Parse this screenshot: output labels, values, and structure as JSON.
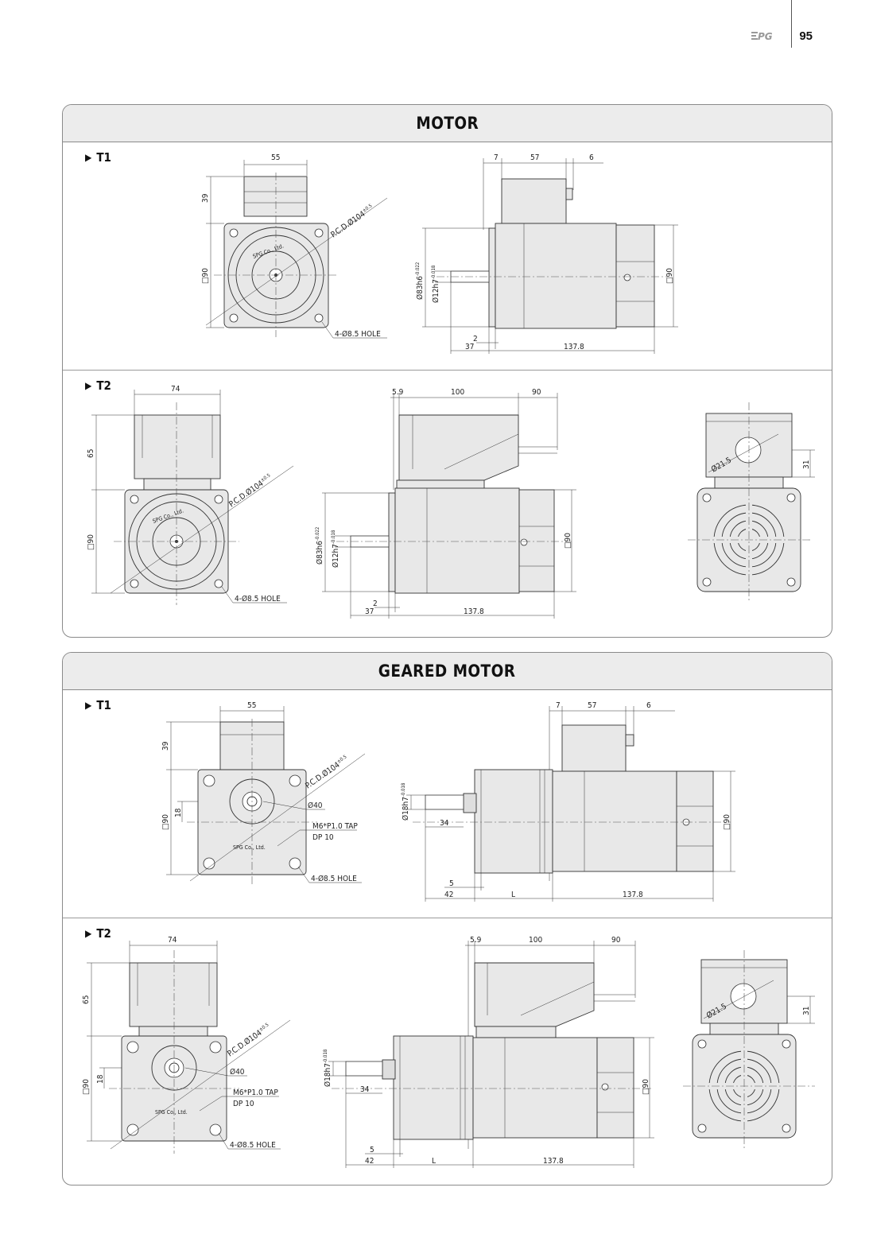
{
  "header": {
    "brand_logo": "SPG",
    "page_number": "95"
  },
  "sections": [
    {
      "title": "MOTOR",
      "rows": [
        {
          "label": "T1",
          "front": {
            "top_width": "55",
            "box_height": "39",
            "square": "□90",
            "pcd": "P.C.D.Ø104",
            "pcd_tol": "±0.5",
            "hole": "4-Ø8.5 HOLE",
            "plate_text": "SPG Co., Ltd."
          },
          "side": {
            "d1": "7",
            "d2": "57",
            "d3": "6",
            "flange_dia": "Ø83h6",
            "flange_tol": "-0.022",
            "shaft_dia": "Ø12h7",
            "shaft_tol": "-0.018",
            "flange_thk": "2",
            "shaft_len": "37",
            "body_len": "137.8",
            "height": "□90"
          }
        },
        {
          "label": "T2",
          "front": {
            "top_width": "74",
            "box_height": "65",
            "square": "□90",
            "pcd": "P.C.D.Ø104",
            "pcd_tol": "±0.5",
            "hole": "4-Ø8.5 HOLE",
            "plate_text": "SPG Co., Ltd."
          },
          "side": {
            "d1": "5.9",
            "d2": "100",
            "d3": "90",
            "flange_dia": "Ø83h6",
            "flange_tol": "-0.022",
            "shaft_dia": "Ø12h7",
            "shaft_tol": "-0.018",
            "flange_thk": "2",
            "shaft_len": "37",
            "body_len": "137.8",
            "height": "□90"
          },
          "rear": {
            "hole_dia": "Ø21.5",
            "offset": "31"
          }
        }
      ]
    },
    {
      "title": "GEARED MOTOR",
      "rows": [
        {
          "label": "T1",
          "front": {
            "top_width": "55",
            "box_height": "39",
            "square": "□90",
            "offset": "18",
            "pcd": "P.C.D.Ø104",
            "pcd_tol": "±0.5",
            "boss": "Ø40",
            "tap": "M6*P1.0 TAP",
            "tap_depth": "DP 10",
            "hole": "4-Ø8.5 HOLE",
            "plate_text": "SPG Co., Ltd."
          },
          "side": {
            "d1": "7",
            "d2": "57",
            "d3": "6",
            "shaft_dia": "Ø18h7",
            "shaft_tol": "-0.018",
            "shaft_len": "34",
            "flange_thk": "5",
            "total_shaft": "42",
            "gear_len": "L",
            "body_len": "137.8",
            "height": "□90"
          }
        },
        {
          "label": "T2",
          "front": {
            "top_width": "74",
            "box_height": "65",
            "square": "□90",
            "offset": "18",
            "pcd": "P.C.D.Ø104",
            "pcd_tol": "±0.5",
            "boss": "Ø40",
            "tap": "M6*P1.0 TAP",
            "tap_depth": "DP 10",
            "hole": "4-Ø8.5 HOLE",
            "plate_text": "SPG Co., Ltd."
          },
          "side": {
            "d1": "5.9",
            "d2": "100",
            "d3": "90",
            "shaft_dia": "Ø18h7",
            "shaft_tol": "-0.018",
            "shaft_len": "34",
            "flange_thk": "5",
            "total_shaft": "42",
            "gear_len": "L",
            "body_len": "137.8",
            "height": "□90"
          },
          "rear": {
            "hole_dia": "Ø21.5",
            "offset": "31"
          }
        }
      ]
    }
  ]
}
